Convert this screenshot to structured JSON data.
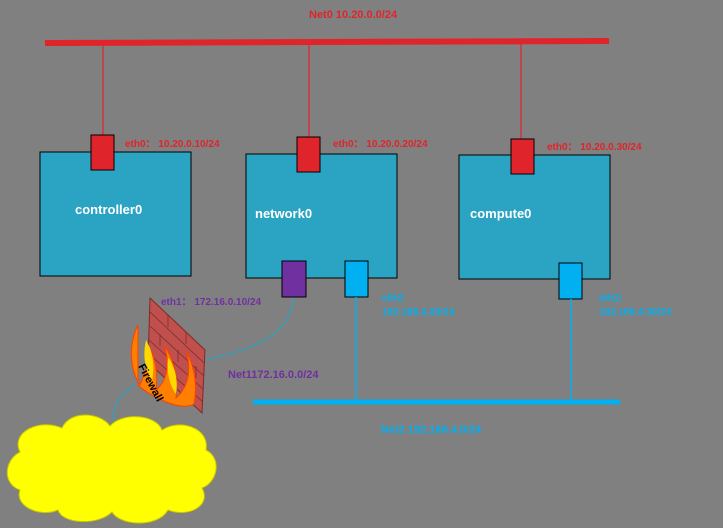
{
  "colors": {
    "background": "#808080",
    "net0": "#e0242b",
    "net1": "#7030a0",
    "net2": "#00b0f0",
    "host_fill": "#2ba3c2",
    "port_red": "#e0242b",
    "port_purple": "#7030a0",
    "port_blue": "#00b0f0",
    "cloud": "#ffff00",
    "firewall_brick": "#c0504d"
  },
  "networks": {
    "net0_label": "Net0 10.20.0.0/24",
    "net1_label": "Net1172.16.0.0/24",
    "net2_label": "Net2 192.168.4.0/24"
  },
  "hosts": {
    "controller": {
      "name": "controller0",
      "eth0": "eth0：  10.20.0.10/24"
    },
    "network": {
      "name": "network0",
      "eth0": "eth0：  10.20.0.20/24",
      "eth1": "eth1：  172.16.0.10/24",
      "eth2_line1": "eth2:",
      "eth2_line2": "192.168.4.20/24"
    },
    "compute": {
      "name": "compute0",
      "eth0": "eth0：  10.20.0.30/24",
      "eth2_line1": "eth2:",
      "eth2_line2": "192.168.4.30/24"
    }
  },
  "firewall": {
    "label": "Firewall"
  },
  "icons": [
    "firewall-icon",
    "internet-cloud-icon"
  ]
}
